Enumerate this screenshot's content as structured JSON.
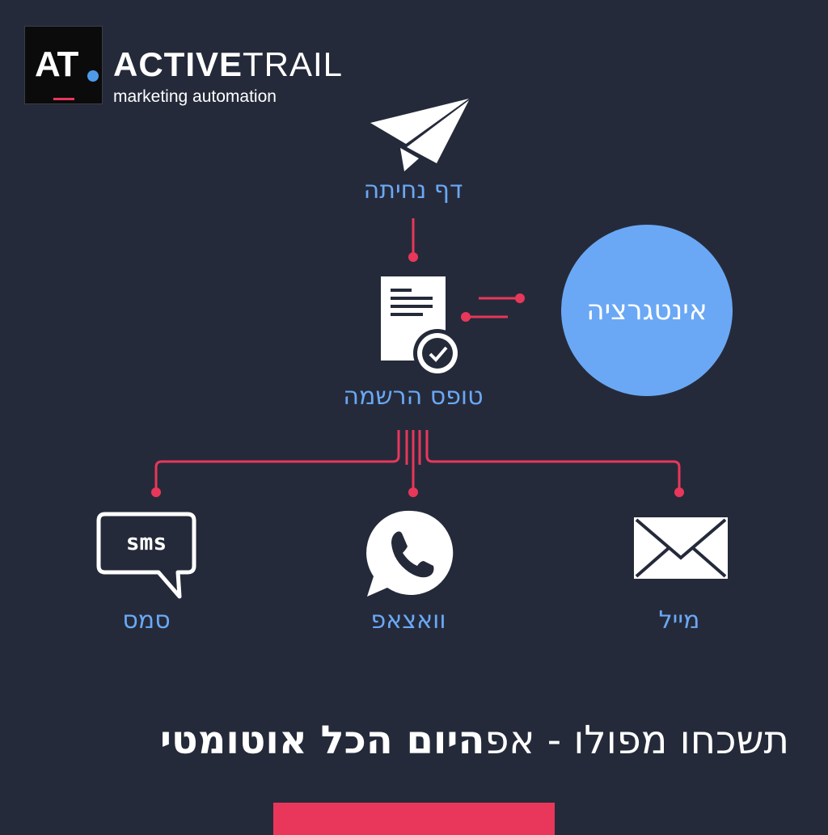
{
  "logo": {
    "mark": "AT",
    "brand_bold": "ACTIVE",
    "brand_light": "TRAIL",
    "tagline": "marketing automation"
  },
  "nodes": {
    "landing_page": "דף נחיתה",
    "signup_form": "טופס הרשמה",
    "integration": "אינטגרציה",
    "sms": "סמס",
    "sms_bubble_text": "sms",
    "whatsapp": "וואצאפ",
    "email": "מייל"
  },
  "headline": {
    "light": "תשכחו מפולו - אפ",
    "bold": "היום הכל אוטומטי"
  },
  "icons": [
    "paper-plane-icon",
    "form-check-icon",
    "sms-bubble-icon",
    "whatsapp-icon",
    "envelope-icon"
  ],
  "colors": {
    "background": "#252a3a",
    "accent_blue": "#6aa8f5",
    "connector_red": "#e8375a",
    "icon_white": "#ffffff"
  }
}
